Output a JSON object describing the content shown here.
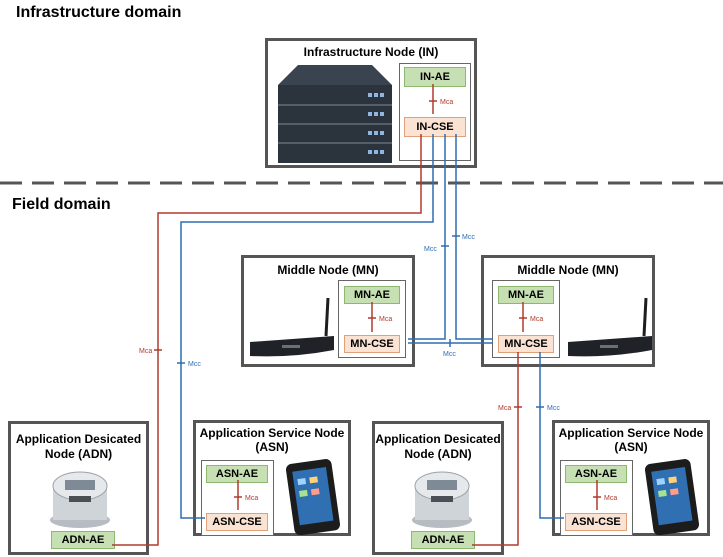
{
  "domains": {
    "infrastructure": "Infrastructure domain",
    "field": "Field domain"
  },
  "nodes": {
    "in": {
      "title": "Infrastructure Node (IN)",
      "ae": "IN-AE",
      "cse": "IN-CSE"
    },
    "mn_left": {
      "title": "Middle Node (MN)",
      "ae": "MN-AE",
      "cse": "MN-CSE"
    },
    "mn_right": {
      "title": "Middle Node (MN)",
      "ae": "MN-AE",
      "cse": "MN-CSE"
    },
    "adn_left": {
      "title_line1": "Application Desicated",
      "title_line2": "Node (ADN)",
      "ae": "ADN-AE"
    },
    "asn_left": {
      "title_line1": "Application Service Node",
      "title_line2": "(ASN)",
      "ae": "ASN-AE",
      "cse": "ASN-CSE"
    },
    "adn_right": {
      "title_line1": "Application Desicated",
      "title_line2": "Node (ADN)",
      "ae": "ADN-AE"
    },
    "asn_right": {
      "title_line1": "Application Service Node",
      "title_line2": "(ASN)",
      "ae": "ASN-AE",
      "cse": "ASN-CSE"
    }
  },
  "reference_points": {
    "mca": "Mca",
    "mcc": "Mcc"
  },
  "colors": {
    "mca_line": "#b03a2e",
    "mcc_line": "#2e6db4",
    "ae_fill": "#c6e0b4",
    "cse_fill": "#fbe3d3",
    "node_border": "#555555"
  }
}
